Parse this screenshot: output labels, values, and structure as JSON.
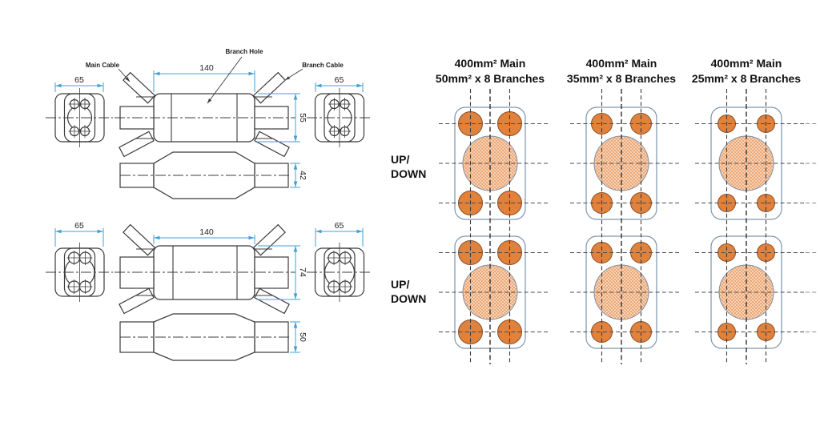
{
  "drawing": {
    "labels": {
      "main_cable": "Main Cable",
      "branch_hole": "Branch Hole",
      "branch_cable": "Branch Cable"
    },
    "top": {
      "left_width": "65",
      "length": "140",
      "right_width": "65",
      "side_height": "55",
      "profile_height": "42"
    },
    "bottom": {
      "left_width": "65",
      "length": "140",
      "right_width": "65",
      "side_height": "74",
      "profile_height": "50"
    }
  },
  "sections": {
    "columns": [
      {
        "line1": "400mm² Main",
        "line2": "50mm² x 8 Branches"
      },
      {
        "line1": "400mm² Main",
        "line2": "35mm² x 8 Branches"
      },
      {
        "line1": "400mm² Main",
        "line2": "25mm² x 8 Branches"
      }
    ],
    "rows": [
      {
        "line1": "UP/",
        "line2": "DOWN"
      },
      {
        "line1": "UP/",
        "line2": "DOWN"
      }
    ]
  },
  "colors": {
    "dimension_blue": "#3FA1D9",
    "line_dark": "#3B3B3B",
    "branch_circle_fill": "#E0813C",
    "branch_circle_stroke": "#8A4E28",
    "main_circle_fill": "#FBDFC6",
    "main_circle_hatch": "#E9A06E",
    "main_circle_stroke": "#7D8FA5",
    "enclosure_stroke": "#7D95AD"
  }
}
